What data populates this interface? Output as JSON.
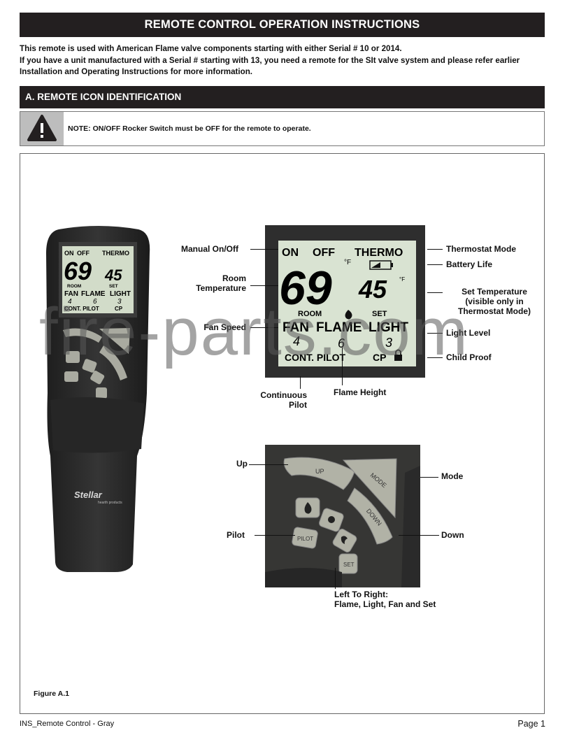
{
  "header": {
    "title": "REMOTE CONTROL OPERATION INSTRUCTIONS"
  },
  "intro": {
    "line1": "This remote is used with American Flame valve components starting with either Serial # 10 or 2014.",
    "line2": "If you have a unit manufactured with a Serial # starting with 13, you need a remote for the SIt valve system and please refer earlier Installation and Operating Instructions for more information."
  },
  "section": {
    "title": "A. REMOTE ICON IDENTIFICATION"
  },
  "note": {
    "text": "NOTE: ON/OFF Rocker Switch must be OFF for the remote to operate."
  },
  "display": {
    "on": "ON",
    "off": "OFF",
    "thermo": "THERMO",
    "room_temp": "69",
    "set_temp": "45",
    "unit": "°F",
    "room": "ROOM",
    "set": "SET",
    "fan": "FAN",
    "flame": "FLAME",
    "light": "LIGHT",
    "fan_val": "4",
    "flame_val": "6",
    "light_val": "3",
    "cont_pilot": "CONT. PILOT",
    "cp": "CP"
  },
  "buttons": {
    "up": "UP",
    "mode": "MODE",
    "down": "DOWN",
    "pilot": "PILOT",
    "set": "SET"
  },
  "brand": {
    "name": "Stellar",
    "tagline": "hearth products"
  },
  "labels": {
    "manual": "Manual On/Off",
    "room_temp_1": "Room",
    "room_temp_2": "Temperature",
    "fan_speed": "Fan Speed",
    "cont_pilot_1": "Continuous",
    "cont_pilot_2": "Pilot",
    "flame_height": "Flame Height",
    "thermostat_mode": "Thermostat Mode",
    "battery_life": "Battery Life",
    "set_temp_1": "Set Temperature",
    "set_temp_2": "(visible only in",
    "set_temp_3": "Thermostat Mode)",
    "light_level": "Light Level",
    "child_proof": "Child Proof",
    "up": "Up",
    "mode": "Mode",
    "pilot": "Pilot",
    "down": "Down",
    "ltr_1": "Left To Right:",
    "ltr_2": "Flame, Light, Fan and Set"
  },
  "figure": {
    "caption": "Figure A.1"
  },
  "watermark": "fire-parts.com",
  "footer": {
    "left": "INS_Remote Control - Gray",
    "right": "Page 1"
  }
}
